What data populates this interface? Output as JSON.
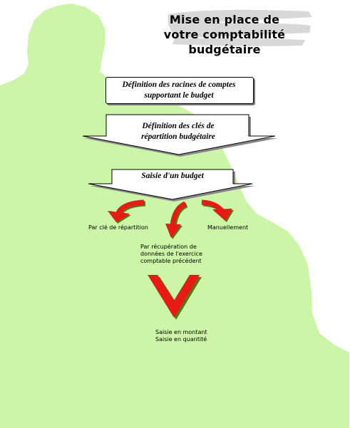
{
  "title": {
    "line1": "Mise en place de",
    "line2": "votre comptabilité budgétaire"
  },
  "steps": [
    {
      "label": "Définition des racines de comptes\nsupportant le budget"
    },
    {
      "label": "Définition des clés de\nrépartition budgétaire"
    },
    {
      "label": "Saisie d'un budget"
    }
  ],
  "methods": {
    "left": "Par clé de répartition",
    "center": "Par récupération de\ndonnées de l'exercice\ncomptable précédent",
    "right": "Manuellement"
  },
  "result": "Saisie en montant\nSaisie en quantité",
  "colors": {
    "silhouette": "#ccf5a7",
    "arrow_red": "#e81a14",
    "arrow_shadow": "#4e7a14",
    "brush": "#d8d8d8"
  }
}
